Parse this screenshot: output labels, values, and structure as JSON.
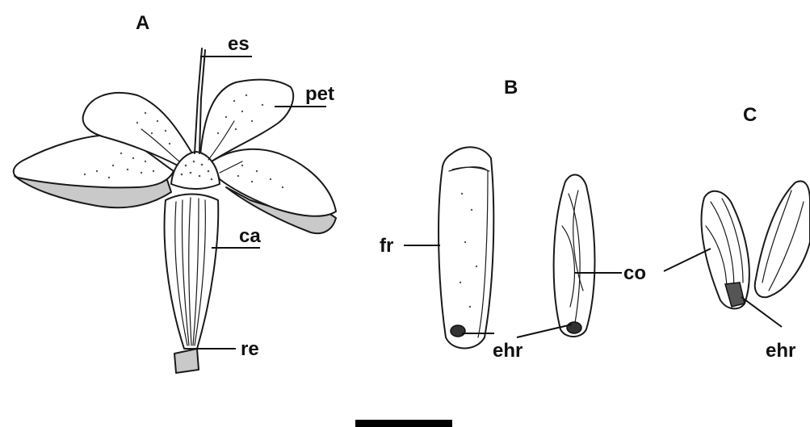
{
  "panels": {
    "a": "A",
    "b": "B",
    "c": "C"
  },
  "labels": {
    "es": "es",
    "pet": "pet",
    "ca": "ca",
    "re": "re",
    "fr": "fr",
    "ehr_b": "ehr",
    "co": "co",
    "ehr_c": "ehr"
  },
  "colors": {
    "ink": "#1a1a1a",
    "shading": "#c9c9c9",
    "background": "#ffffff"
  }
}
